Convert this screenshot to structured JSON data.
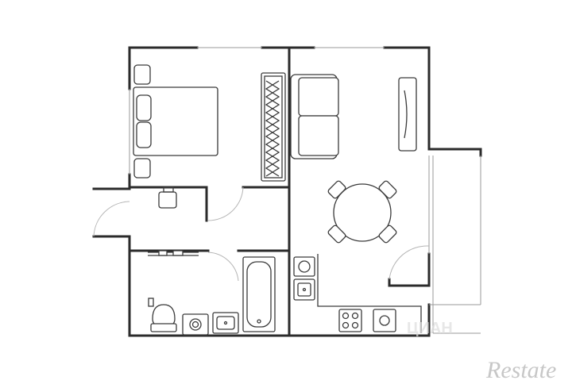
{
  "watermark": {
    "brand": "Restate",
    "overlay": "ЦИАН"
  },
  "colors": {
    "walls": "#2b2b2b",
    "furniture": "#3a3a3a",
    "door_arcs": "#b5b5b5",
    "background": "#ffffff",
    "watermark": "#c7c7c7"
  },
  "rooms": [
    "bedroom",
    "living-kitchen",
    "hallway",
    "bathroom",
    "balcony"
  ],
  "fixtures": [
    "double-bed",
    "nightstand",
    "wardrobe",
    "sofa",
    "tv-stand",
    "round-table",
    "chair",
    "bathtub",
    "toilet",
    "washing-machine",
    "sink",
    "stove",
    "kitchen-sink",
    "coat-rack"
  ]
}
